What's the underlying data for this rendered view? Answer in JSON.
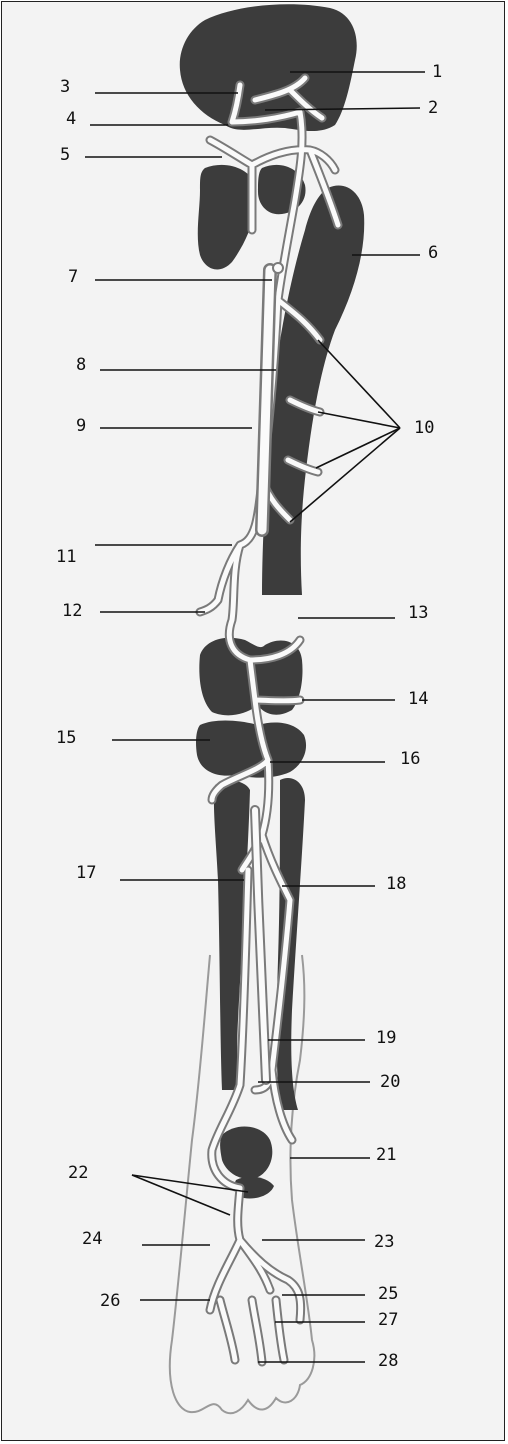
{
  "labels": {
    "l1": "1",
    "l2": "2",
    "l3": "3",
    "l4": "4",
    "l5": "5",
    "l6": "6",
    "l7": "7",
    "l8": "8",
    "l9": "9",
    "l10": "10",
    "l11": "11",
    "l12": "12",
    "l13": "13",
    "l14": "14",
    "l15": "15",
    "l16": "16",
    "l17": "17",
    "l18": "18",
    "l19": "19",
    "l20": "20",
    "l21": "21",
    "l22": "22",
    "l23": "23",
    "l24": "24",
    "l25": "25",
    "l26": "26",
    "l27": "27",
    "l28": "28"
  },
  "colors": {
    "bone": "#3c3c3c",
    "vessel": "#fafafa",
    "background": "#f3f3f3"
  }
}
